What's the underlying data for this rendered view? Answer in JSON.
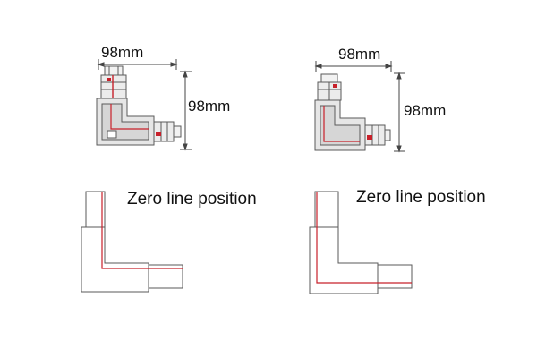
{
  "connectors": [
    {
      "width_label": "98mm",
      "height_label": "98mm",
      "zero_line_label": "Zero line position"
    },
    {
      "width_label": "98mm",
      "height_label": "98mm",
      "zero_line_label": "Zero line position"
    }
  ],
  "colors": {
    "outline": "#5a5a5a",
    "dimension": "#444444",
    "zero_line": "#c8202a",
    "body_fill": "#e6e6e6"
  }
}
